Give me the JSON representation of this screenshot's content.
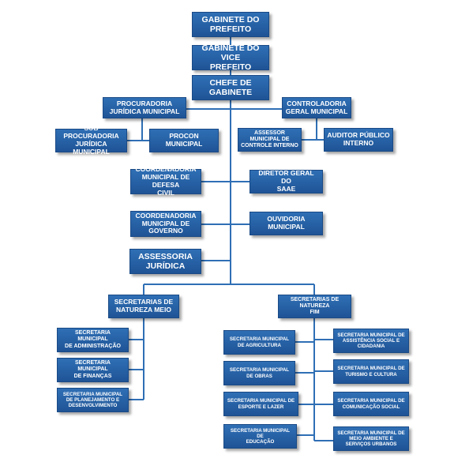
{
  "boxes": {
    "gabinete_prefeito": "GABINETE DO\nPREFEITO",
    "gabinete_vice": "GABINETE DO VICE\nPREFEITO",
    "chefe_gabinete": "CHEFE DE\nGABINETE",
    "procuradoria": "PROCURADORIA\nJURÍDICA MUNICIPAL",
    "controladoria": "CONTROLADORIA\nGERAL MUNICIPAL",
    "sub_procuradoria": "SUB PROCURADORIA\nJURÍDICA MUNICIPAL",
    "procon": "PROCON MUNICIPAL",
    "assessor_controle": "ASSESSOR MUNICIPAL DE\nCONTROLE INTERNO",
    "auditor": "AUDITOR PÚBLICO\nINTERNO",
    "defesa_civil": "COORDENADORIA\nMUNICIPAL DE DEFESA\nCIVIL",
    "diretor_saae": "DIRETOR GERAL DO\nSAAE",
    "coord_governo": "COORDENADORIA\nMUNICIPAL DE\nGOVERNO",
    "ouvidoria": "OUVIDORIA MUNICIPAL",
    "assessoria_juridica": "ASSESSORIA\nJURÍDICA",
    "secretarias_meio": "SECRETARIAS DE\nNATUREZA MEIO",
    "secretarias_fim": "SECRETARIAS DE NATUREZA\nFIM",
    "sec_administracao": "SECRETARIA MUNICIPAL\nDE ADMINISTRAÇÃO",
    "sec_financas": "SECRETARIA MUNICIPAL\nDE FINANÇAS",
    "sec_planejamento": "SECRETARIA MUNICIPAL\nDE PLANEJAMENTO E\nDESENVOLVIMENTO",
    "sec_agricultura": "SECRETARIA MUNICIPAL\nDE AGRICULTURA",
    "sec_obras": "SECRETARIA MUNICIPAL\nDE OBRAS",
    "sec_esporte": "SECRETARIA MUNICIPAL DE\nESPORTE E LAZER",
    "sec_educacao": "SECRETARIA MUNICIPAL DE\nEDUCAÇÃO",
    "sec_assistencia": "SECRETARIA MUNICIPAL DE\nASSISTÊNCIA SOCIAL E\nCIDADANIA",
    "sec_turismo": "SECRETARIA MUNICIPAL DE\nTURISMO E CULTURA",
    "sec_comunicacao": "SECRETARIA MUNICIPAL DE\nCOMUNICAÇÃO SOCIAL",
    "sec_meio_ambiente": "SECRETARIA MUNICIPAL DE\nMEIO AMBIENTE E\nSERVIÇOS URBANOS"
  },
  "colors": {
    "box": "#2f6fb5",
    "line": "#2f6fb5"
  }
}
